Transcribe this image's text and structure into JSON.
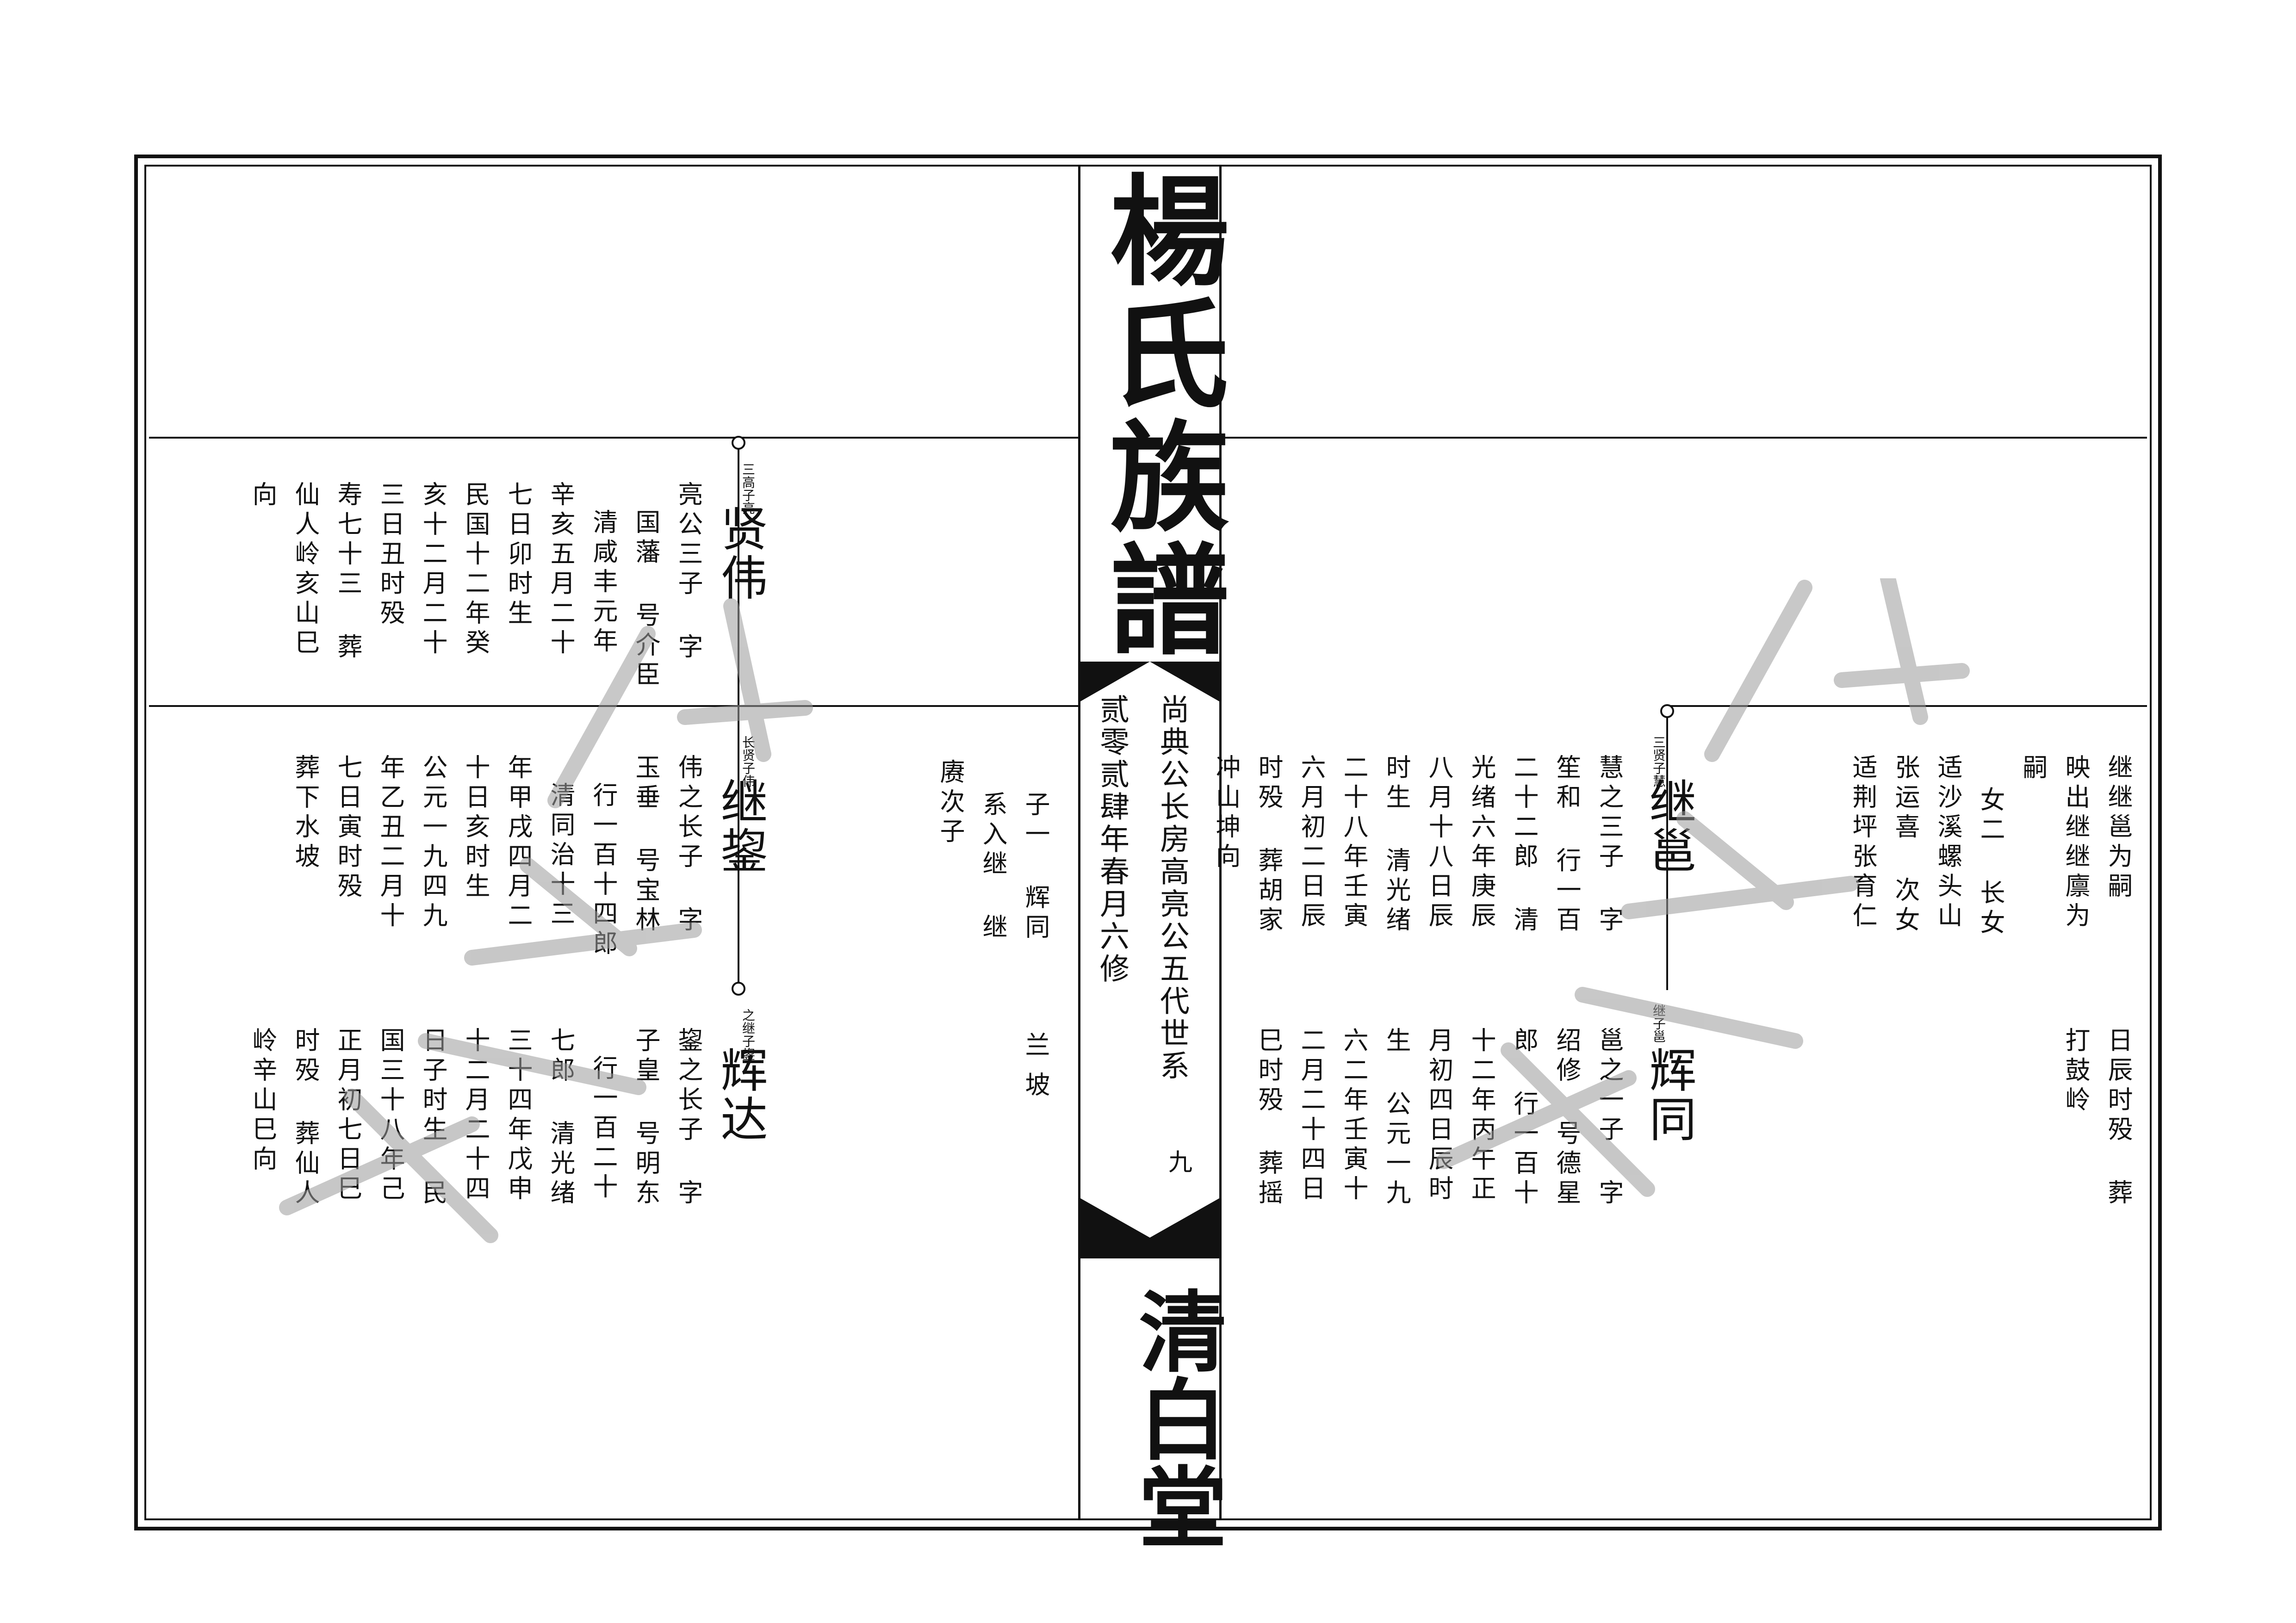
{
  "spine": {
    "title": "楊氏族譜",
    "hall": "清白堂",
    "lineage": "尚典公长房高亮公五代世系",
    "edition": "贰零贰肆年春月六修",
    "page_no": "九"
  },
  "left_page": {
    "xianwei": {
      "tag": "三高子亮",
      "name": "贤伟",
      "lines": [
        "亮公三子 字",
        "国藩 号介臣",
        "清咸丰元年",
        "辛亥五月二十",
        "七日卯时生",
        "民国十二年癸",
        "亥十二月二十",
        "三日丑时殁",
        "寿七十三 葬",
        "仙人岭亥山巳",
        "向"
      ]
    },
    "jiyin": {
      "tag": "长贤子伟",
      "name": "继鋆",
      "lines": [
        "伟之长子 字",
        "玉垂 号宝林",
        "行一百十四郎",
        "清同治十三",
        "年甲戌四月二",
        "十日亥时生",
        "公元一九四九",
        "年乙丑二月十",
        "七日寅时殁",
        "葬下水坡"
      ]
    },
    "huida": {
      "tag": "之继子鋆",
      "name": "辉达",
      "lines": [
        "鋆之长子 字",
        "子皇 号明东",
        "行一百二十",
        "七郎 清光绪",
        "三十四年戊申",
        "十二月二十四",
        "日子时生 民",
        "国三十八年己",
        "正月初七日巳",
        "时殁 葬仙人",
        "岭辛山巳向"
      ]
    },
    "children": {
      "lines": [
        "子一 辉同",
        "系入继 继",
        "赓次子",
        "兰",
        "坡"
      ]
    }
  },
  "right_page": {
    "jiyi": {
      "tag": "三贤子慧",
      "name": "继邕",
      "lines": [
        "慧之三子 字",
        "笙和 行一百",
        "二十二郎 清",
        "光绪六年庚辰",
        "八月十八日辰",
        "时生 清光绪",
        "二十八年壬寅",
        "六月初二日辰",
        "时殁 葬胡家",
        "冲山坤向"
      ]
    },
    "huitong": {
      "tag": "继子邕",
      "name": "辉同",
      "lines": [
        "邕之一子 字",
        "绍修 号德星",
        "郎 行一百十",
        "十二年丙午正",
        "月初四日辰时",
        "生 公元一九",
        "六二年壬寅十",
        "二月二十四日",
        "巳时殁 葬摇"
      ]
    },
    "notes": {
      "lines": [
        "继继邕为嗣",
        "映出继继廪为",
        "嗣",
        "女二 长女",
        "适沙溪螺头山",
        "张运喜 次女",
        "适荆坪张育仁",
        "日辰时殁 葬",
        "打鼓岭"
      ]
    }
  }
}
